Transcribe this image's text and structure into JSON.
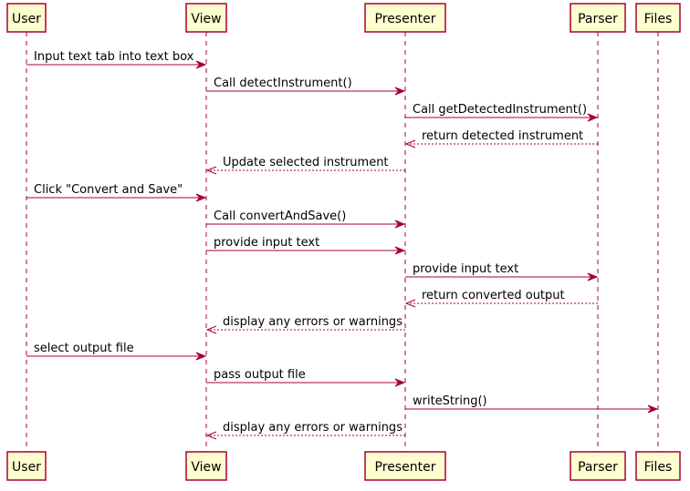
{
  "participants": [
    {
      "id": "user",
      "label": "User"
    },
    {
      "id": "view",
      "label": "View"
    },
    {
      "id": "presenter",
      "label": "Presenter"
    },
    {
      "id": "parser",
      "label": "Parser"
    },
    {
      "id": "files",
      "label": "Files"
    }
  ],
  "messages": [
    {
      "from": "user",
      "to": "view",
      "label": "Input text tab into text box",
      "type": "call"
    },
    {
      "from": "view",
      "to": "presenter",
      "label": "Call detectInstrument()",
      "type": "call"
    },
    {
      "from": "presenter",
      "to": "parser",
      "label": "Call getDetectedInstrument()",
      "type": "call"
    },
    {
      "from": "parser",
      "to": "presenter",
      "label": "return detected instrument",
      "type": "return"
    },
    {
      "from": "presenter",
      "to": "view",
      "label": "Update selected instrument",
      "type": "return"
    },
    {
      "from": "user",
      "to": "view",
      "label": "Click \"Convert and Save\"",
      "type": "call"
    },
    {
      "from": "view",
      "to": "presenter",
      "label": "Call convertAndSave()",
      "type": "call"
    },
    {
      "from": "view",
      "to": "presenter",
      "label": "provide input text",
      "type": "call"
    },
    {
      "from": "presenter",
      "to": "parser",
      "label": "provide input text",
      "type": "call"
    },
    {
      "from": "parser",
      "to": "presenter",
      "label": "return converted output",
      "type": "return"
    },
    {
      "from": "presenter",
      "to": "view",
      "label": "display any errors or warnings",
      "type": "return"
    },
    {
      "from": "user",
      "to": "view",
      "label": "select output file",
      "type": "call"
    },
    {
      "from": "view",
      "to": "presenter",
      "label": "pass output file",
      "type": "call"
    },
    {
      "from": "presenter",
      "to": "files",
      "label": "writeString()",
      "type": "call"
    },
    {
      "from": "presenter",
      "to": "view",
      "label": "display any errors or warnings",
      "type": "return"
    }
  ],
  "colors": {
    "participant_fill": "#FEFECE",
    "line": "#A80036"
  }
}
